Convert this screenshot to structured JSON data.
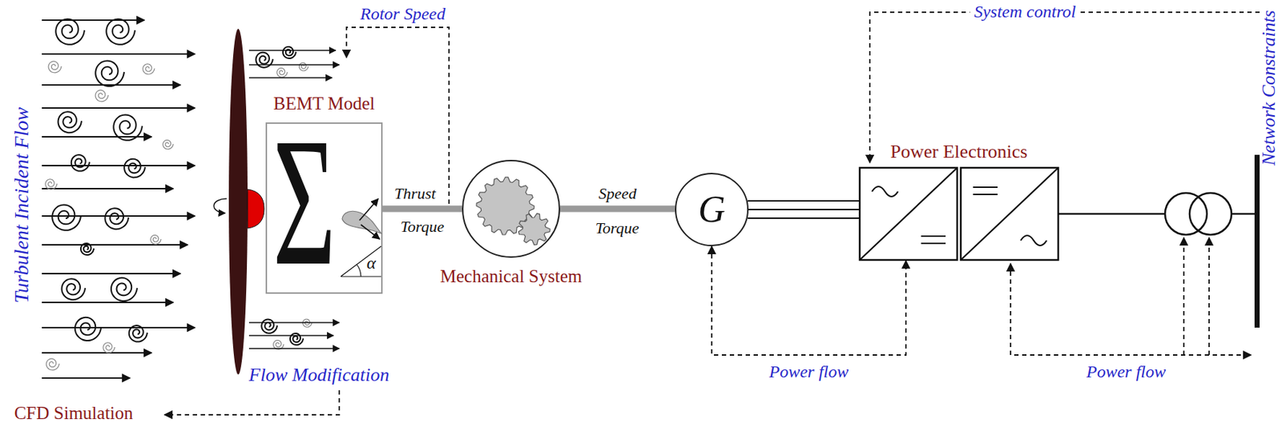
{
  "diagram": {
    "nodes": [
      {
        "text": [
          "BEMT Model",
          "Σ",
          "α"
        ]
      },
      {
        "text": [
          "Mechanical System"
        ]
      },
      {
        "text": [
          "G"
        ]
      },
      {
        "text": [
          "Power Electronics"
        ]
      }
    ],
    "edges": [
      {
        "from": 0,
        "to": 1,
        "label": "Thrust",
        "arrow": "none"
      },
      {
        "from": 1,
        "to": 2,
        "label": "Speed",
        "arrow": "none"
      },
      {
        "from": 2,
        "to": 3,
        "arrow": "none"
      },
      {
        "from": 2,
        "to": 3,
        "label": "Power flow",
        "arrow": "both"
      }
    ],
    "labels": [
      "Turbulent Incident Flow",
      "Rotor Speed",
      "Flow Modification",
      "CFD Simulation",
      "Torque",
      "Torque",
      "System control",
      "Power flow",
      "Network Constraints"
    ]
  }
}
